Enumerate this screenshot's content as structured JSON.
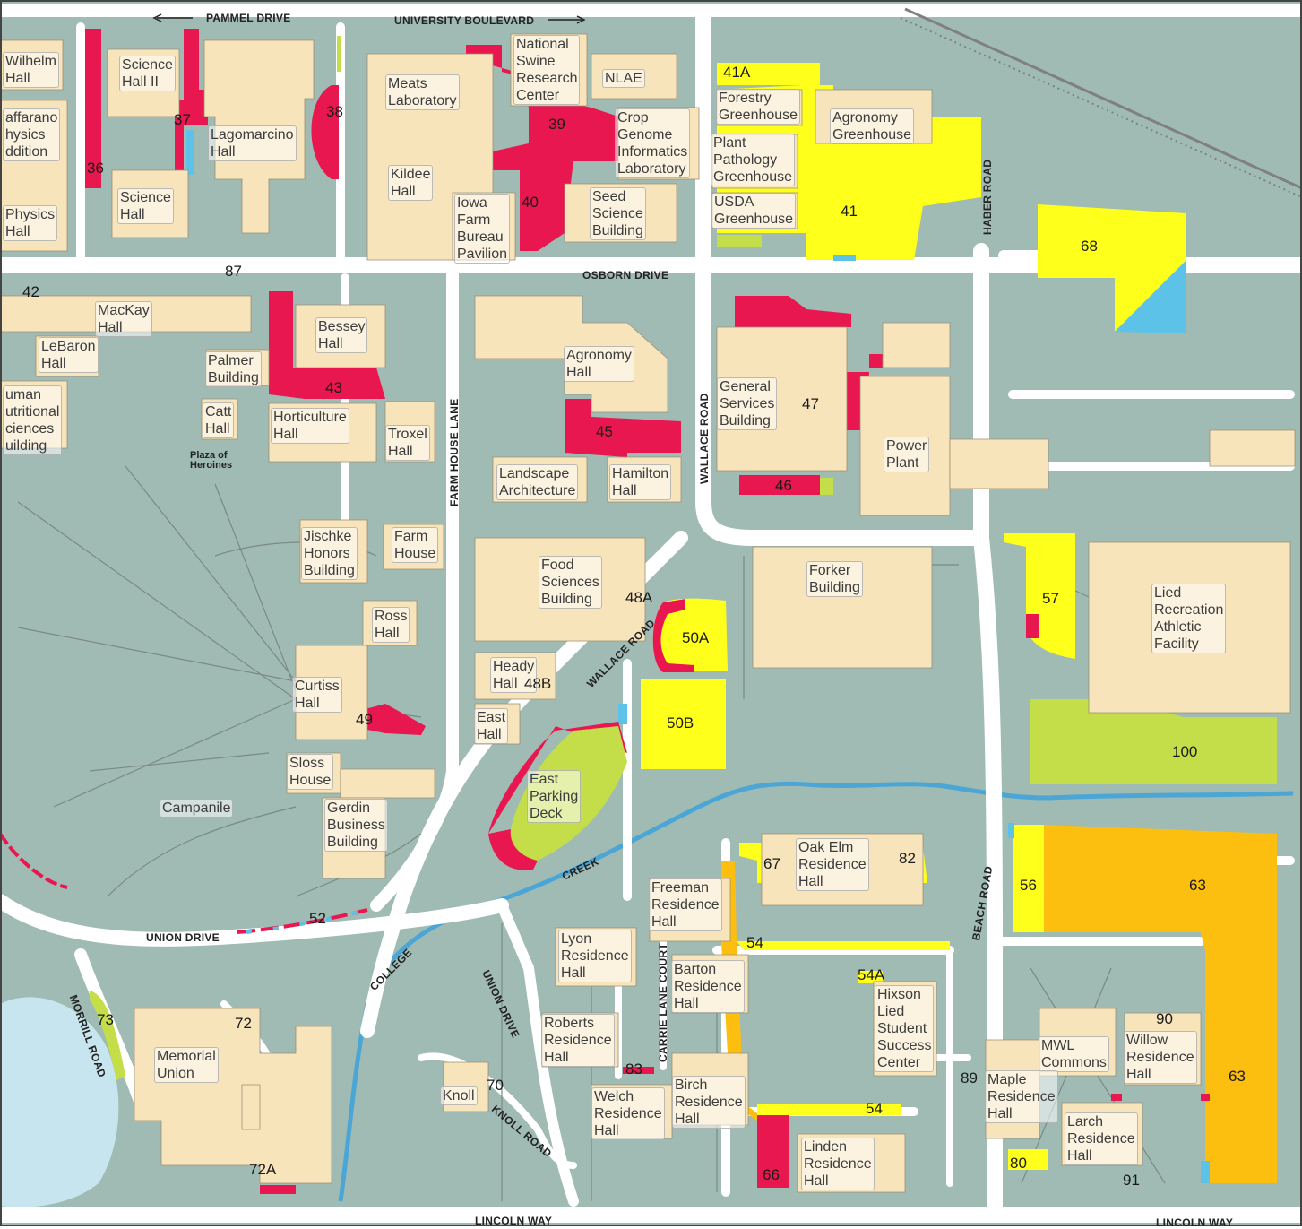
{
  "colors": {
    "ground": "#9fbbb3",
    "road": "#ffffff",
    "building": "#f7e4bb",
    "red": "#e8174f",
    "yellow": "#ffff1c",
    "green": "#c3de48",
    "orange": "#fdbf0f",
    "blue": "#5cc2e8",
    "water": "#c7e5ef",
    "pink": "#f7a8c5"
  },
  "roads": {
    "pammel": "PAMMEL DRIVE",
    "university": "UNIVERSITY BOULEVARD",
    "osborn": "OSBORN DRIVE",
    "haber": "HABER ROAD",
    "farmhouse": "FARM HOUSE LANE",
    "wallace": "WALLACE ROAD",
    "wallace2": "WALLACE ROAD",
    "union_drive": "UNION DRIVE",
    "union_drive2": "UNION DRIVE",
    "morrill": "MORRILL ROAD",
    "knoll": "KNOLL ROAD",
    "carrie": "CARRIE LANE COURT",
    "beach": "BEACH ROAD",
    "lincoln": "LINCOLN WAY",
    "lincoln2": "LINCOLN WAY",
    "creek": "CREEK",
    "college": "COLLEGE",
    "plaza": "Plaza of\nHeroines"
  },
  "buildings": [
    {
      "name": "Wilhelm\nHall"
    },
    {
      "name": "Science\nHall II"
    },
    {
      "name": "affarano\nhysics\nddition"
    },
    {
      "name": "Lagomarcino\nHall"
    },
    {
      "name": "Physics\nHall"
    },
    {
      "name": "Science\nHall"
    },
    {
      "name": "Meats\nLaboratory"
    },
    {
      "name": "National\nSwine\nResearch\nCenter"
    },
    {
      "name": "NLAE"
    },
    {
      "name": "Crop\nGenome\nInformatics\nLaboratory"
    },
    {
      "name": "Kildee\nHall"
    },
    {
      "name": "Iowa\nFarm\nBureau\nPavilion"
    },
    {
      "name": "Seed\nScience\nBuilding"
    },
    {
      "name": "Forestry\nGreenhouse"
    },
    {
      "name": "Agronomy\nGreenhouse"
    },
    {
      "name": "Plant\nPathology\nGreenhouse"
    },
    {
      "name": "USDA\nGreenhouse"
    },
    {
      "name": "MacKay\nHall"
    },
    {
      "name": "LeBaron\nHall"
    },
    {
      "name": "Bessey\nHall"
    },
    {
      "name": "Palmer\nBuilding"
    },
    {
      "name": "uman\nutritional\nciences\nuilding"
    },
    {
      "name": "Catt\nHall"
    },
    {
      "name": "Horticulture\nHall"
    },
    {
      "name": "Troxel\nHall"
    },
    {
      "name": "Agronomy\nHall"
    },
    {
      "name": "Landscape\nArchitecture"
    },
    {
      "name": "Hamilton\nHall"
    },
    {
      "name": "General\nServices\nBuilding"
    },
    {
      "name": "Power\nPlant"
    },
    {
      "name": "Jischke\nHonors\nBuilding"
    },
    {
      "name": "Farm\nHouse"
    },
    {
      "name": "Food\nSciences\nBuilding"
    },
    {
      "name": "Forker\nBuilding"
    },
    {
      "name": "Lied\nRecreation\nAthletic\nFacility"
    },
    {
      "name": "Ross\nHall"
    },
    {
      "name": "Heady\nHall"
    },
    {
      "name": "Curtiss\nHall"
    },
    {
      "name": "East\nHall"
    },
    {
      "name": "Sloss\nHouse"
    },
    {
      "name": "East\nParking\nDeck"
    },
    {
      "name": "Campanile"
    },
    {
      "name": "Gerdin\nBusiness\nBuilding"
    },
    {
      "name": "Oak Elm\nResidence\nHall"
    },
    {
      "name": "Freeman\nResidence\nHall"
    },
    {
      "name": "Lyon\nResidence\nHall"
    },
    {
      "name": "Barton\nResidence\nHall"
    },
    {
      "name": "Hixson\nLied\nStudent\nSuccess\nCenter"
    },
    {
      "name": "Memorial\nUnion"
    },
    {
      "name": "Roberts\nResidence\nHall"
    },
    {
      "name": "MWL\nCommons"
    },
    {
      "name": "Willow\nResidence\nHall"
    },
    {
      "name": "Knoll"
    },
    {
      "name": "Welch\nResidence\nHall"
    },
    {
      "name": "Birch\nResidence\nHall"
    },
    {
      "name": "Maple\nResidence\nHall"
    },
    {
      "name": "Larch\nResidence\nHall"
    },
    {
      "name": "Linden\nResidence\nHall"
    }
  ],
  "lots": [
    "36",
    "37",
    "38",
    "39",
    "40",
    "41A",
    "41",
    "68",
    "87",
    "42",
    "43",
    "45",
    "47",
    "46",
    "48A",
    "48B",
    "50A",
    "50B",
    "57",
    "49",
    "100",
    "52",
    "67",
    "82",
    "56",
    "63",
    "63",
    "54",
    "54A",
    "54",
    "73",
    "72",
    "72A",
    "70",
    "83",
    "89",
    "90",
    "66",
    "80",
    "91"
  ]
}
